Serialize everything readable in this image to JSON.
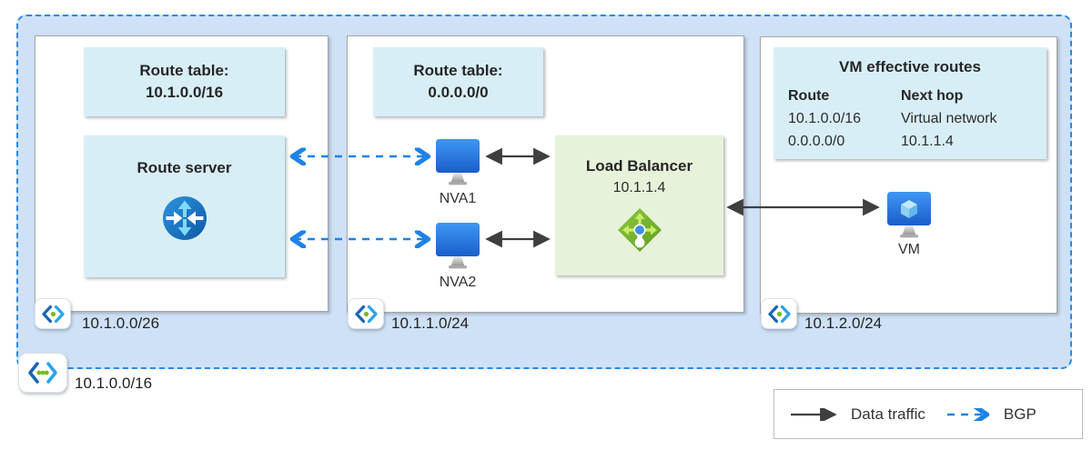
{
  "vnet": {
    "cidr": "10.1.0.0/16",
    "subnets": [
      {
        "cidr": "10.1.0.0/26",
        "route_table_title": "Route table:",
        "route_table_value": "10.1.0.0/16",
        "server_label": "Route server"
      },
      {
        "cidr": "10.1.1.0/24",
        "route_table_title": "Route table:",
        "route_table_value": "0.0.0.0/0",
        "nva1": "NVA1",
        "nva2": "NVA2",
        "lb_title": "Load Balancer",
        "lb_ip": "10.1.1.4"
      },
      {
        "cidr": "10.1.2.0/24",
        "vm": "VM",
        "routes_title": "VM effective routes",
        "routes_col1": "Route",
        "routes_col2": "Next hop",
        "rows": [
          [
            "10.1.0.0/16",
            "Virtual network"
          ],
          [
            "0.0.0.0/0",
            "10.1.1.4"
          ]
        ]
      }
    ]
  },
  "legend": {
    "data_traffic": "Data traffic",
    "bgp": "BGP"
  },
  "colors": {
    "vnet_fill": "#cfe1f6",
    "vnet_border": "#2b88e8",
    "highlight_fill": "#d8eef7",
    "lb_fill": "#e7f2da",
    "data_arrow": "#3f3f3f",
    "bgp_arrow": "#1e82e8",
    "subnet_dot_green": "#76bc21"
  }
}
